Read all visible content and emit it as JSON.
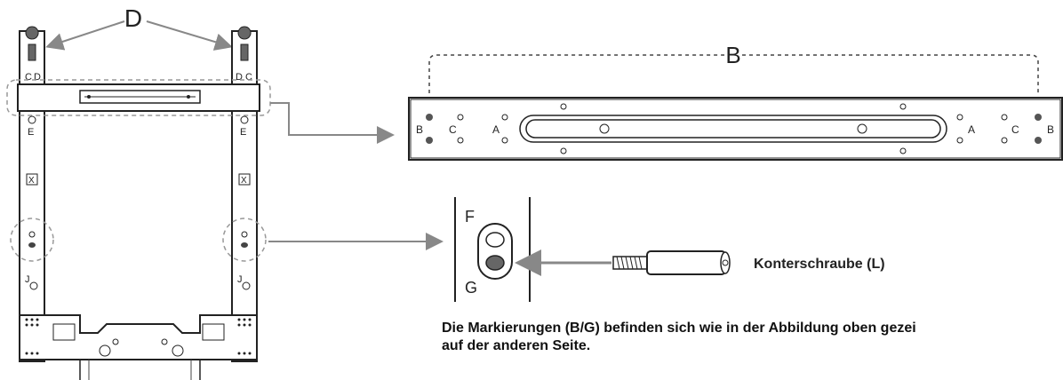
{
  "labels": {
    "D": "D",
    "B": "B",
    "C": "C",
    "A": "A",
    "E": "E",
    "J": "J",
    "X": "X",
    "F": "F",
    "G": "G"
  },
  "callout_screw": "Konterschraube (L)",
  "caption": {
    "line1": "Die Markierungen (B/G) befinden sich wie in der Abbildung oben gezei",
    "line2": "auf der anderen Seite."
  }
}
